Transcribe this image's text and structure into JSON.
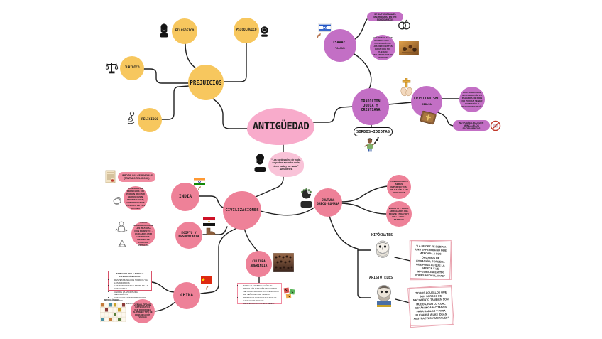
{
  "root": {
    "label": "ANTIGÜEDAD"
  },
  "root_quote": {
    "text": "“Los sordos al no oír nada, no podían aprender nada, decir nada y ser nada.”",
    "author": "-Aristóteles-"
  },
  "prejuicios": {
    "label": "PREJUICIOS",
    "filosofico": "FILOSÓFICO",
    "psicologico": "PSICOLÓGICO",
    "juridico": "JURÍDICO",
    "religioso": "RELIGIOSO"
  },
  "tradicion": {
    "label": "TRADICIÓN JUDÍA Y CRISTIANA",
    "sordos_pill": "SORDOS→IDIOTAS",
    "isarael": {
      "label": "ISARAEL",
      "sublabel": "-TALMUD-",
      "marriage_note": "SE AUTORIZABA EL MATRIMONIO ENTRE SORDOMUDOS",
      "detail": "COLOCABA A LOS SORDOS EN LA CATEGORÍA DE LOS DEFICIENTES PARA QUE NO FUERAN MALTRATADOS NI HERIDOS"
    },
    "cristianismo": {
      "label": "CRISTIANISMO",
      "sublabel": "-BIBLIA-",
      "detail": "LOS SORDOS AL NO PODER OÍR LA PALABRA DE DIOS NO PODÍAN TENER COMUNIÓN Y RELACIÓN CON ÉL",
      "ban_note": "NO PODÍAN ACCEDER NUNCA A LOS SACRAMENTOS"
    }
  },
  "civilizaciones": {
    "label": "CIVILIZACIONES",
    "india": {
      "label": "INDIA",
      "book_note": "LIBRO DE LAS CEREMONIAS (TRATADO RELIGIOSO)",
      "detail": "PRIVADOS DE DERECHOS: NO PODÍAN RECIBIR HERENCIAS NI PROPIEDADES; CONSIDERADOS CASTIGO DE LOS DIOSES"
    },
    "egipto": {
      "label": "EGIPTO Y MESOPOTAMIA",
      "detail": "A LOS SORDOMUDOS SE LES TRATABA CON RESPETO: - CUIDADOS POR LOS DIOSES - OBJETO DE CUIDADO ESPECIAL"
    },
    "china": {
      "label": "CHINA",
      "box_title": "ASPECTOS DE LA ANTIGUA CIVILIZACIÓN CHINA:",
      "box_items": [
        "RESPETABAN A LOS SORDOS Y A LOS ANCIANOS",
        "LOS SORDOS ERAN PARTE DE LA COMUNIDAD",
        "USO DE LA ESCRITURA IDEOGRÁFICA",
        "COMUNICACIÓN POR MEDIO DE GESTOS",
        "PRIMEROS SIGNOS MANUALES"
      ],
      "jeroglificos_label": "JEROGLÍFICOS",
      "jeroglificos_sub": "(ARTE GRÁFICO QUE DIO ORIGEN AL PRIMER TIPO DE COMUNICACIÓN VISUAL)",
      "grid_caption": "JEROGLÍFICOS"
    },
    "amerindia": {
      "label": "CULTURA AMERINDIA",
      "box_items": [
        "TODA LA COMUNICACIÓN SE PRODUCÍA A TRAVÉS DE GESTOS",
        "SE COMUNICABAN CON LENGUAJE DE SEÑAS ENTRE TRIBUS",
        "PRIMEROS PICTOGRAMAS EN LA LENGUA DE SIGNOS",
        "RESPETADOS POR EL PUEBLO"
      ]
    },
    "greco": {
      "label": "CULTURA GRECO-ROMANA",
      "detail_a": "CONSIDERADOS SERES IMPERFECTOS, SIN RAZÓN Y SIN DERECHOS",
      "detail_b": "ESPARTA Y ROMA: ARROJADOS DEL MONTE TAIGETO Y DE LA ROCA TARPEYA",
      "hipocrates": {
        "label": "HIPÓCRATES",
        "quote": "“LA MUDEZ SE DEBÍA A UNA ENFERMEDAD QUE ATACABA A LOS ÓRGANOS DE FONACIÓN; SORDERA QUE PRIVA AL QUE LA PADECE Y LE IMPOSIBILITA EMITIR VOCES ARTICULADAS”"
      },
      "aristoteles": {
        "label": "ARISTÓTELES",
        "quote": "“TODOS AQUELLOS QUE SON SORDOS DE NACIMIENTO TAMBIÉN SON MUDOS, POR LO CUAL ESTÁN INCAPACITADOS PARA HABLAR Y PARA ELEVARSE A LAS IDEAS ABSTRACTAS Y MORALES”"
      }
    }
  },
  "colors": {
    "yellow": "#F7C75E",
    "rose": "#EE8198",
    "purple": "#C36FC5",
    "pink_blob": "#F8ABCB",
    "line": "#1f1f1f"
  }
}
